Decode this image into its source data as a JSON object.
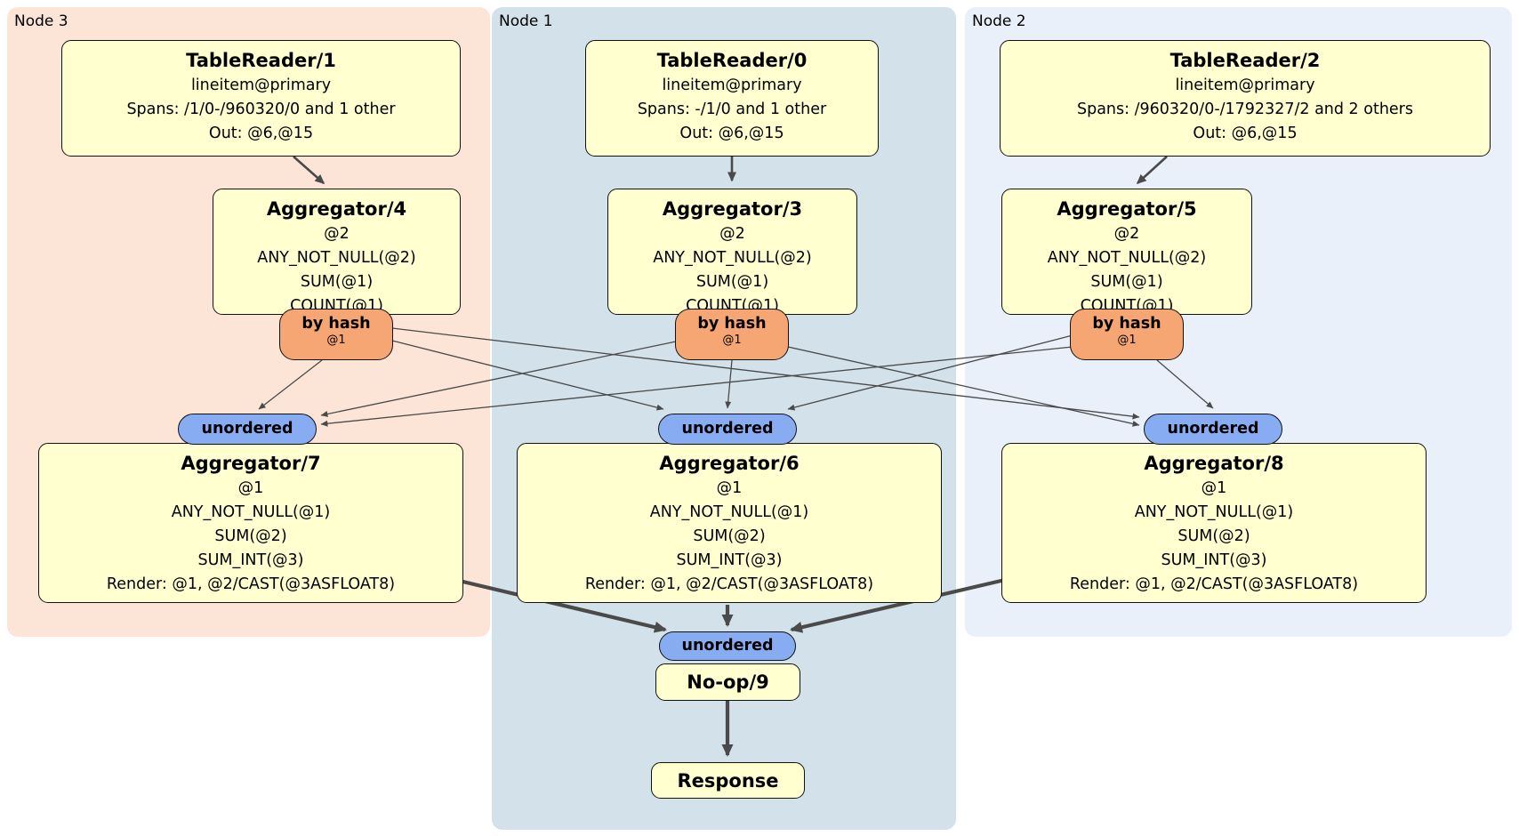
{
  "colors": {
    "panel_node3": "#fce4d7",
    "panel_node1": "#d2e1ea",
    "panel_node2": "#e9f0f9",
    "box_fill": "#ffffd0",
    "hash_badge_fill": "#f5a673",
    "stream_badge_fill": "#87acf2",
    "edge_color": "#4a4a4a"
  },
  "panels": {
    "node3": {
      "label": "Node 3"
    },
    "node1": {
      "label": "Node 1"
    },
    "node2": {
      "label": "Node 2"
    }
  },
  "processors": {
    "tr1": {
      "title": "TableReader/1",
      "lines": [
        "lineitem@primary",
        "Spans: /1/0-/960320/0 and 1 other",
        "Out: @6,@15"
      ]
    },
    "tr0": {
      "title": "TableReader/0",
      "lines": [
        "lineitem@primary",
        "Spans: -/1/0 and 1 other",
        "Out: @6,@15"
      ]
    },
    "tr2": {
      "title": "TableReader/2",
      "lines": [
        "lineitem@primary",
        "Spans: /960320/0-/1792327/2 and 2 others",
        "Out: @6,@15"
      ]
    },
    "agg4": {
      "title": "Aggregator/4",
      "lines": [
        "@2",
        "ANY_NOT_NULL(@2)",
        "SUM(@1)",
        "COUNT(@1)"
      ]
    },
    "agg3": {
      "title": "Aggregator/3",
      "lines": [
        "@2",
        "ANY_NOT_NULL(@2)",
        "SUM(@1)",
        "COUNT(@1)"
      ]
    },
    "agg5": {
      "title": "Aggregator/5",
      "lines": [
        "@2",
        "ANY_NOT_NULL(@2)",
        "SUM(@1)",
        "COUNT(@1)"
      ]
    },
    "agg7": {
      "title": "Aggregator/7",
      "lines": [
        "@1",
        "ANY_NOT_NULL(@1)",
        "SUM(@2)",
        "SUM_INT(@3)",
        "Render: @1, @2/CAST(@3ASFLOAT8)"
      ]
    },
    "agg6": {
      "title": "Aggregator/6",
      "lines": [
        "@1",
        "ANY_NOT_NULL(@1)",
        "SUM(@2)",
        "SUM_INT(@3)",
        "Render: @1, @2/CAST(@3ASFLOAT8)"
      ]
    },
    "agg8": {
      "title": "Aggregator/8",
      "lines": [
        "@1",
        "ANY_NOT_NULL(@1)",
        "SUM(@2)",
        "SUM_INT(@3)",
        "Render: @1, @2/CAST(@3ASFLOAT8)"
      ]
    },
    "noop": {
      "title": "No-op/9"
    },
    "response": {
      "title": "Response"
    }
  },
  "badges": {
    "by_hash": {
      "label": "by hash",
      "detail": "@1"
    },
    "unordered": {
      "label": "unordered"
    }
  }
}
